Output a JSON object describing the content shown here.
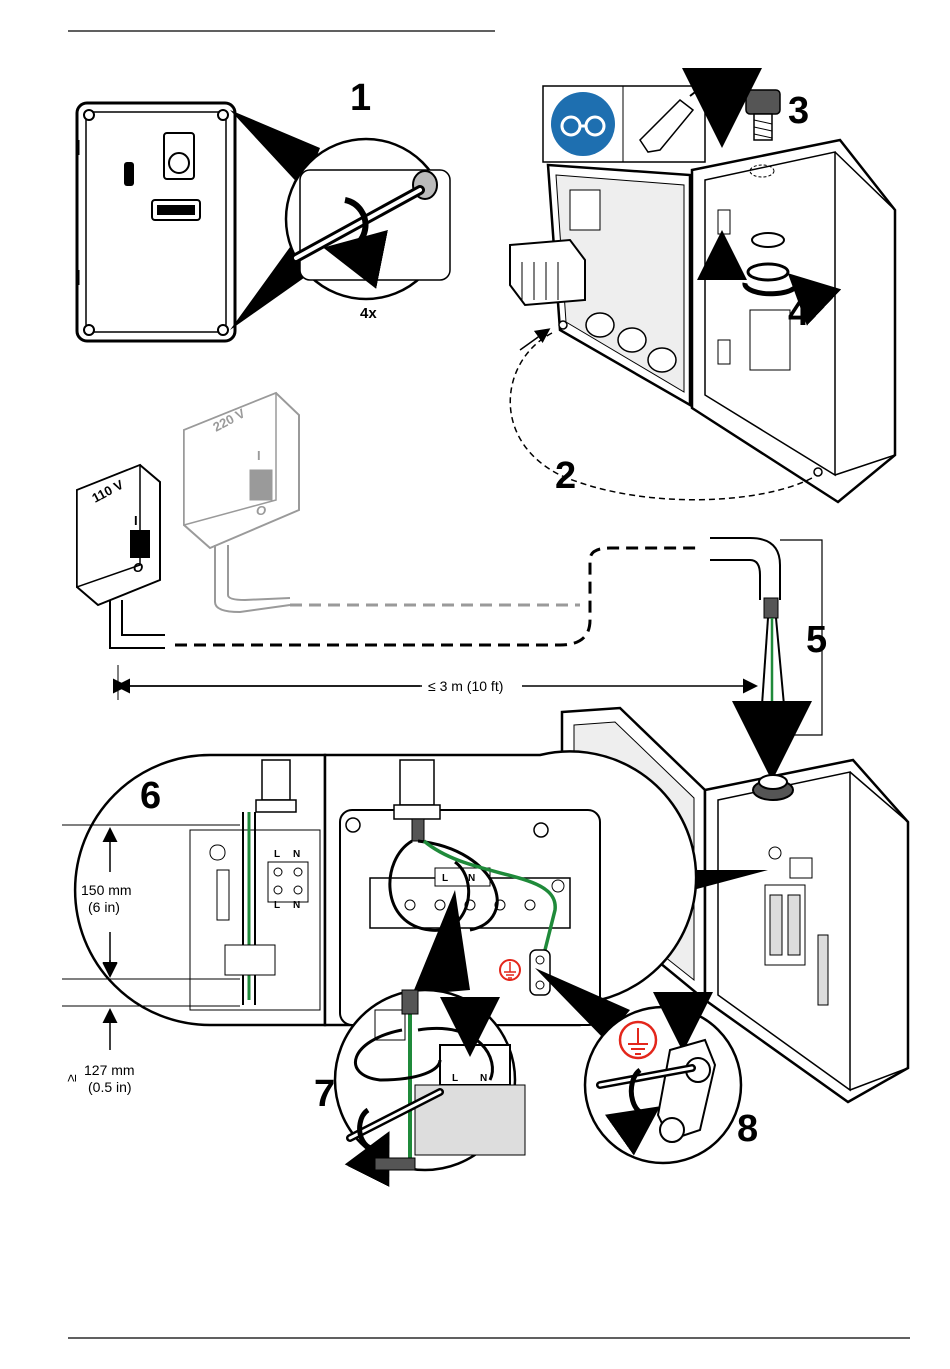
{
  "steps": [
    "1",
    "2",
    "3",
    "4",
    "5",
    "6",
    "7",
    "8"
  ],
  "screw_count_label": "4x",
  "switch_110_label": "110 V",
  "switch_220_label": "220 V",
  "switch_on": "I",
  "switch_off": "O",
  "distance_label": "≤ 3 m (10 ft)",
  "dim_length_mm": "150 mm",
  "dim_length_in": "(6 in)",
  "dim_min_symbol": "≥",
  "dim_min_mm": "127 mm",
  "dim_min_in": "(0.5 in)",
  "terminal_L": "L",
  "terminal_N": "N",
  "colors": {
    "ppe_blue": "#1e6fb0",
    "earth_red": "#e3261b",
    "wire_green": "#1f8a3a",
    "gray_faded": "#9a9a9a"
  },
  "icons": [
    "safety-goggles-icon",
    "power-drill-icon",
    "screwdriver-icon",
    "rotate-arrow-icon",
    "earth-ground-icon"
  ]
}
